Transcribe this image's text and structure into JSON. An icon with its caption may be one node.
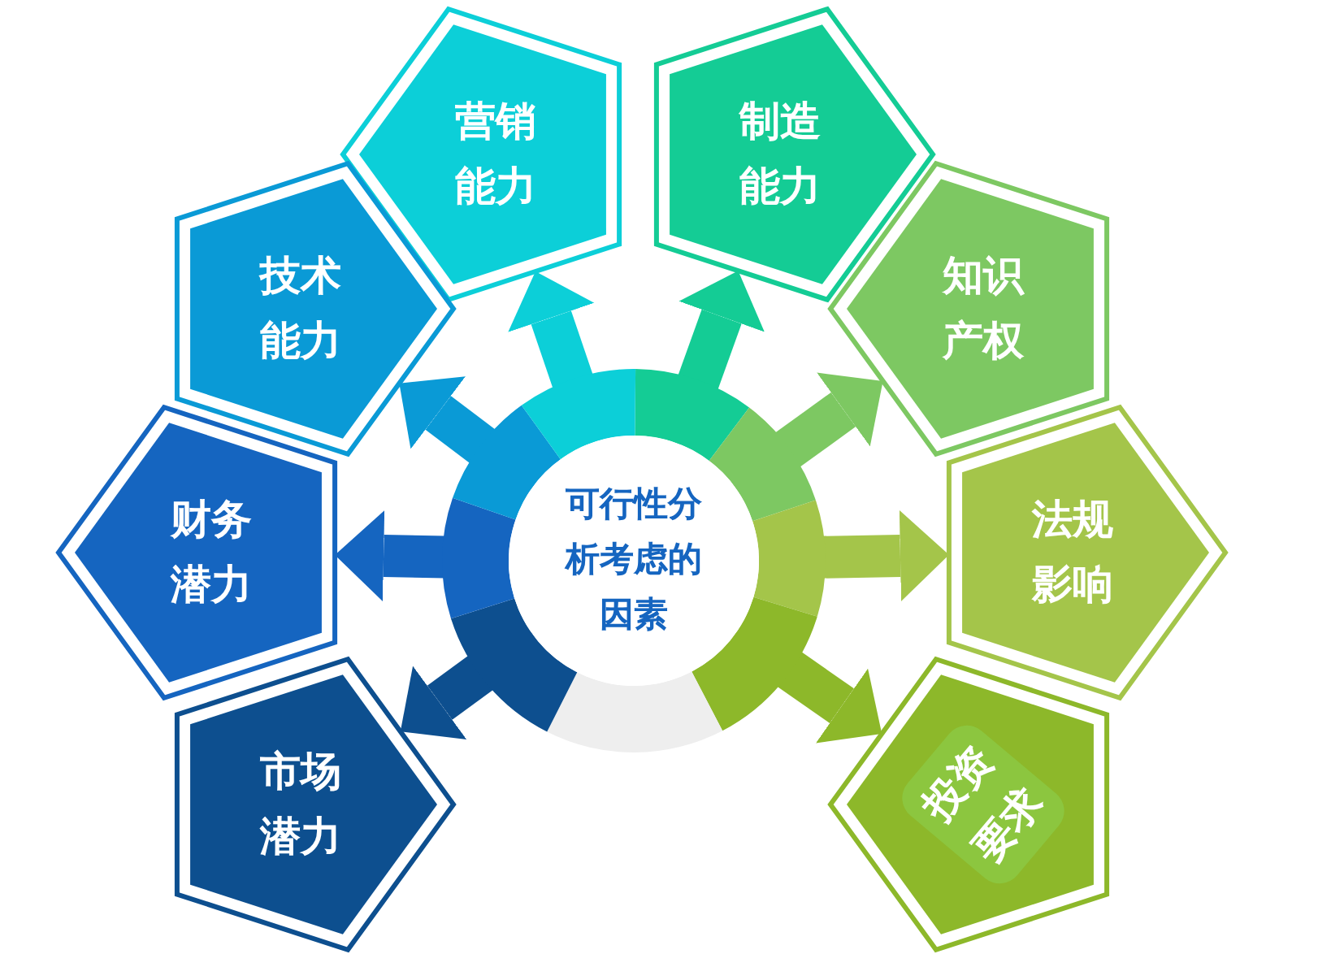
{
  "diagram": {
    "nodes": [
      {
        "text": [
          "可行性分析考虑的因素"
        ]
      },
      {
        "text": [
          "营销能力"
        ]
      },
      {
        "text": [
          "制造能力"
        ]
      },
      {
        "text": [
          "知识产权"
        ]
      },
      {
        "text": [
          "法规影响"
        ]
      },
      {
        "text": [
          "投资要求"
        ]
      },
      {
        "text": [
          "市场潜力"
        ]
      },
      {
        "text": [
          "财务潜力"
        ]
      },
      {
        "text": [
          "技术能力"
        ]
      }
    ],
    "edges": [
      {
        "from": 0,
        "to": 1,
        "arrow": "to",
        "color": "#0ccfd8"
      },
      {
        "from": 0,
        "to": 2,
        "arrow": "to",
        "color": "#14cc95"
      },
      {
        "from": 0,
        "to": 3,
        "arrow": "to",
        "color": "#7dc862"
      },
      {
        "from": 0,
        "to": 4,
        "arrow": "to",
        "color": "#a4c54a"
      },
      {
        "from": 0,
        "to": 5,
        "arrow": "to",
        "color": "#8db82a"
      },
      {
        "from": 0,
        "to": 6,
        "arrow": "to",
        "color": "#0d4f8f"
      },
      {
        "from": 0,
        "to": 7,
        "arrow": "to",
        "color": "#1565c0"
      },
      {
        "from": 0,
        "to": 8,
        "arrow": "to",
        "color": "#0a9ad6"
      }
    ]
  }
}
